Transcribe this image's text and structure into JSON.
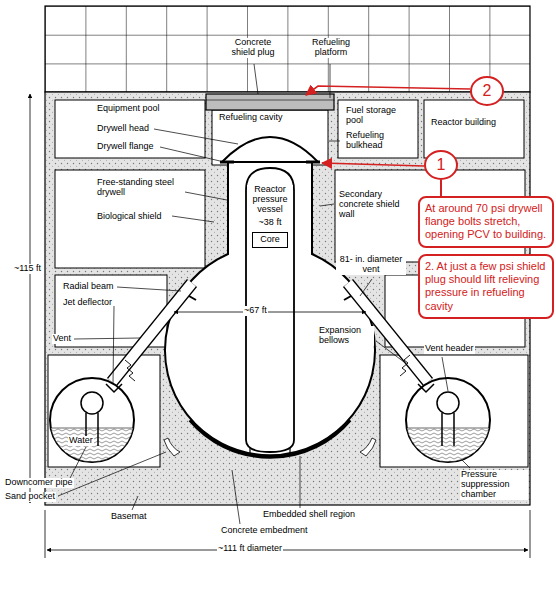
{
  "diagram": {
    "nodes": [
      {
        "text": [
          "2"
        ]
      },
      {
        "text": [
          "1"
        ]
      },
      {
        "text": [
          "At around 70 psi drywell flange bolts stretch, opening PCV to building."
        ]
      },
      {
        "text": [
          "2. At just a few psi shield plug should lift relieving pressure in refueling cavity"
        ]
      },
      {
        "text": [
          "Core"
        ]
      }
    ],
    "edges": [
      {
        "from": 1,
        "to": 2,
        "arrow": "none"
      }
    ],
    "labels": [
      "Concrete shield plug",
      "Refueling platform",
      "Reactor building",
      "Equipment pool",
      "Drywell head",
      "Drywell flange",
      "Refueling cavity",
      "Fuel storage pool",
      "Refueling bulkhead",
      "Reactor pressure vessel",
      "~38 ft",
      "Free-standing steel drywell",
      "Biological shield",
      "Secondary concrete shield wall",
      "~115 ft",
      "Radial beam",
      "Jet deflector",
      "81- in. diameter vent",
      "Expansion bellows",
      "Vent",
      "Vent header",
      "Water",
      "Downcomer pipe",
      "Sand pocket",
      "Basemat",
      "Embedded shell region",
      "Concrete embedment",
      "Pressure suppression chamber",
      "~67 ft",
      "~111 ft diameter"
    ]
  }
}
